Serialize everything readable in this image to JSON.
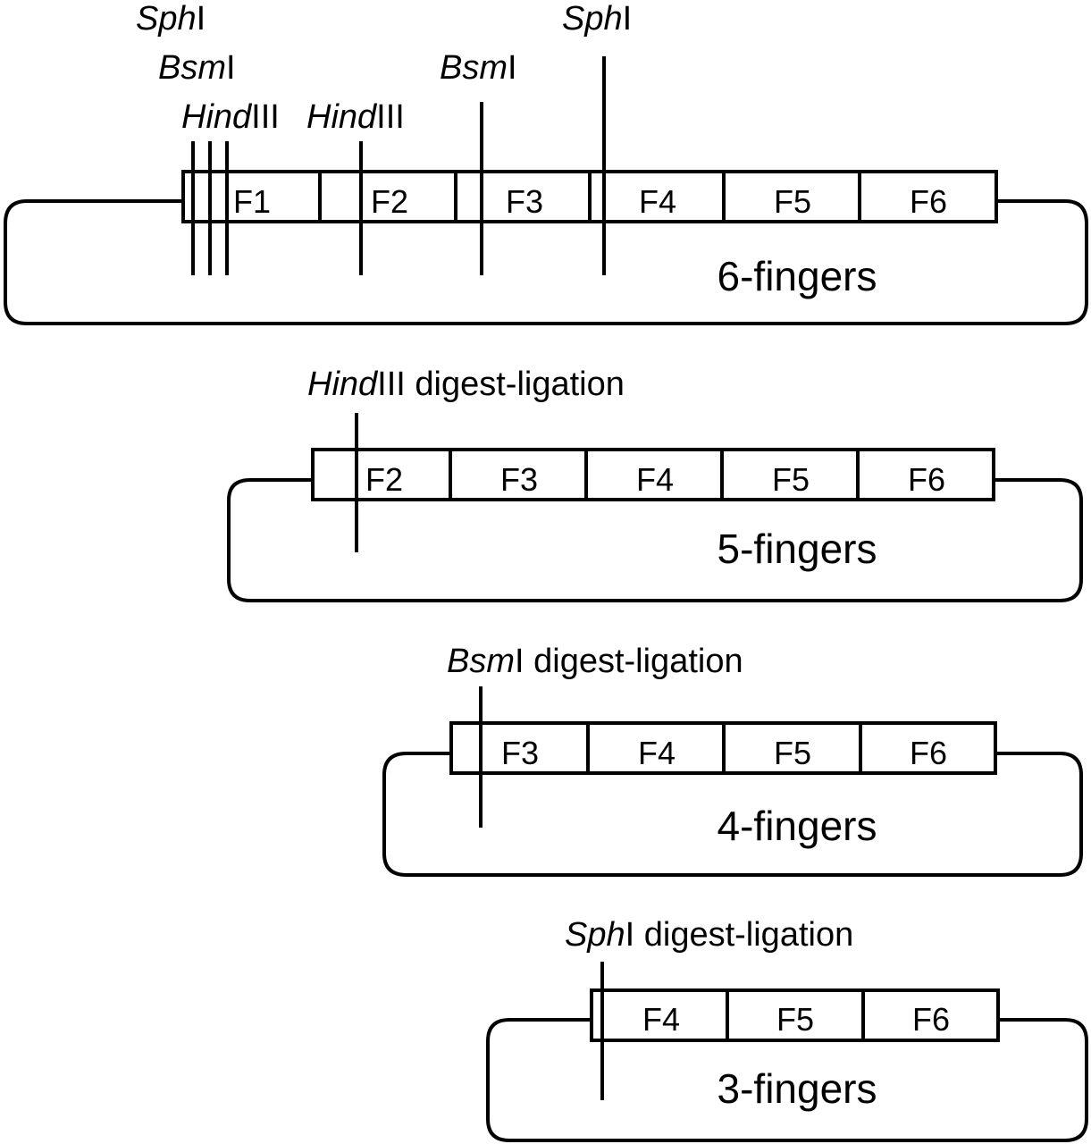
{
  "diagram": {
    "title": "Sequential restriction digest-ligation of zinc finger constructs",
    "constructs": [
      {
        "id": "6f",
        "name": "6-fingers",
        "fingers": [
          "F1",
          "F2",
          "F3",
          "F4",
          "F5",
          "F6"
        ],
        "step_label": null,
        "sites": [
          {
            "enzyme_italic": "Sph",
            "enzyme_suffix": "I"
          },
          {
            "enzyme_italic": "Bsm",
            "enzyme_suffix": "I"
          },
          {
            "enzyme_italic": "Hind",
            "enzyme_suffix": "III"
          },
          {
            "enzyme_italic": "Hind",
            "enzyme_suffix": "III"
          },
          {
            "enzyme_italic": "Bsm",
            "enzyme_suffix": "I"
          },
          {
            "enzyme_italic": "Sph",
            "enzyme_suffix": "I"
          }
        ]
      },
      {
        "id": "5f",
        "name": "5-fingers",
        "fingers": [
          "F2",
          "F3",
          "F4",
          "F5",
          "F6"
        ],
        "step_label": {
          "enzyme_italic": "Hind",
          "enzyme_suffix": "III",
          "text": " digest-ligation"
        }
      },
      {
        "id": "4f",
        "name": "4-fingers",
        "fingers": [
          "F3",
          "F4",
          "F5",
          "F6"
        ],
        "step_label": {
          "enzyme_italic": "Bsm",
          "enzyme_suffix": "I",
          "text": " digest-ligation"
        }
      },
      {
        "id": "3f",
        "name": "3-fingers",
        "fingers": [
          "F4",
          "F5",
          "F6"
        ],
        "step_label": {
          "enzyme_italic": "Sph",
          "enzyme_suffix": "I",
          "text": " digest-ligation"
        }
      }
    ]
  }
}
